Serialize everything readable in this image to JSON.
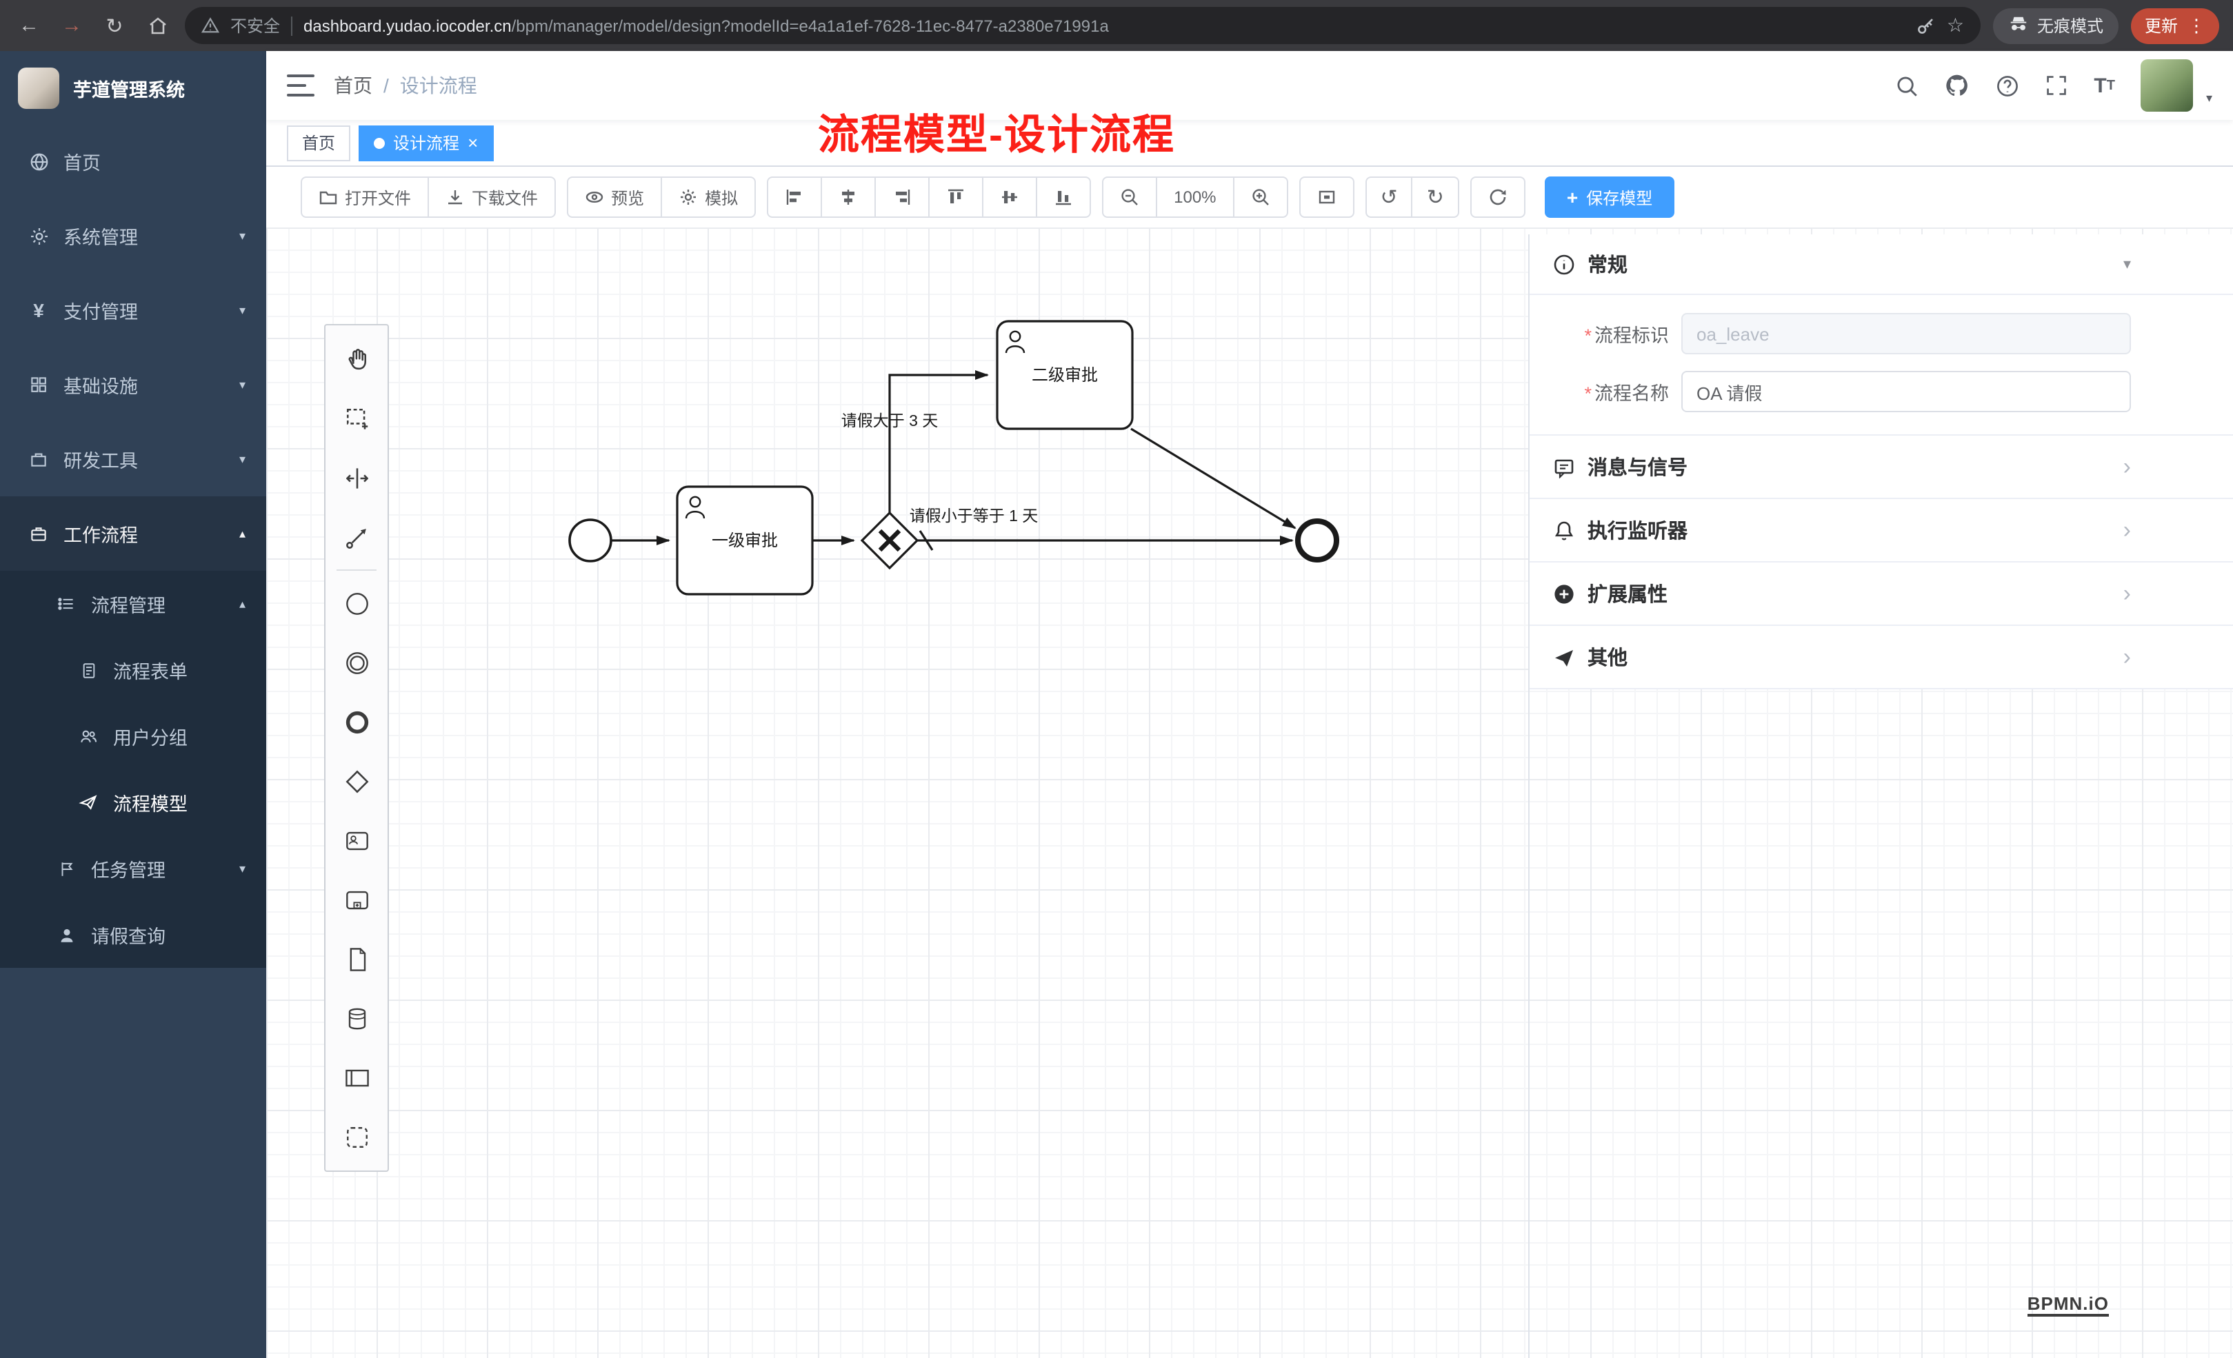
{
  "browser": {
    "security_label": "不安全",
    "url_domain": "dashboard.yudao.iocoder.cn",
    "url_path": "/bpm/manager/model/design?modelId=e4a1a1ef-7628-11ec-8477-a2380e71991a",
    "incognito_label": "无痕模式",
    "update_label": "更新"
  },
  "sidebar": {
    "logo_title": "芋道管理系统",
    "items": [
      {
        "label": "首页"
      },
      {
        "label": "系统管理"
      },
      {
        "label": "支付管理"
      },
      {
        "label": "基础设施"
      },
      {
        "label": "研发工具"
      },
      {
        "label": "工作流程"
      }
    ],
    "submenu": {
      "process_mgmt": "流程管理",
      "process_children": [
        {
          "label": "流程表单"
        },
        {
          "label": "用户分组"
        },
        {
          "label": "流程模型"
        }
      ],
      "task_mgmt": "任务管理",
      "leave_query": "请假查询"
    }
  },
  "navbar": {
    "breadcrumb_home": "首页",
    "breadcrumb_current": "设计流程",
    "overlay_title": "流程模型-设计流程"
  },
  "tags": {
    "home": "首页",
    "active": "设计流程"
  },
  "toolbar": {
    "open_file": "打开文件",
    "download_file": "下载文件",
    "preview": "预览",
    "simulate": "模拟",
    "zoom_level": "100%",
    "save_model": "保存模型"
  },
  "palette": {
    "tools": [
      "hand-tool",
      "lasso-tool",
      "space-tool",
      "global-connect-tool",
      "start-event",
      "intermediate-event",
      "end-event",
      "exclusive-gateway",
      "user-task",
      "call-activity",
      "task",
      "data-store",
      "participant",
      "group"
    ]
  },
  "diagram": {
    "task1_label": "一级审批",
    "task2_label": "二级审批",
    "edge_label_top": "请假大于 3 天",
    "edge_label_bottom": "请假小于等于 1 天",
    "watermark": "BPMN.iO"
  },
  "properties": {
    "general_title": "常规",
    "key_label": "流程标识",
    "key_value": "oa_leave",
    "name_label": "流程名称",
    "name_value": "OA 请假",
    "sections": [
      {
        "label": "消息与信号"
      },
      {
        "label": "执行监听器"
      },
      {
        "label": "扩展属性"
      },
      {
        "label": "其他"
      }
    ]
  },
  "colors": {
    "accent": "#409eff",
    "danger": "#f5222d",
    "sidebar_bg": "#304156",
    "submenu_bg": "#1f2d3d"
  }
}
